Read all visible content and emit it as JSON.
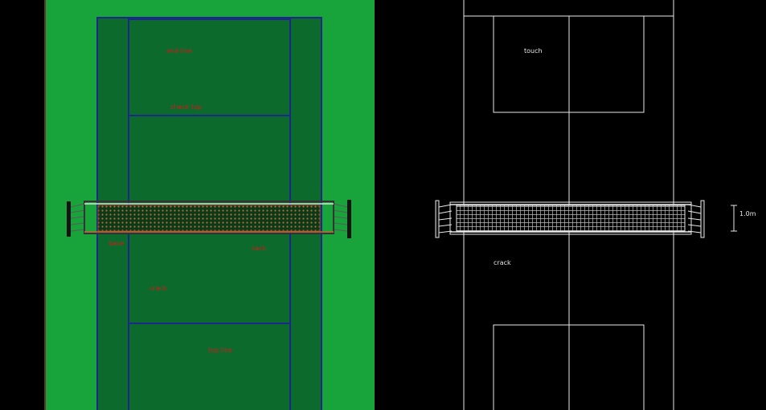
{
  "colors": {
    "background": "#000000",
    "surround_green": "#19a33b",
    "court_green": "#0c6a2d",
    "court_line": "#1b2a8a",
    "left_sideline": "#7a1010",
    "label_red": "#d21a1a",
    "net_mesh": "#c0683a",
    "outline_white": "#e8e8e8",
    "post_dark": "#141414"
  },
  "left_court": {
    "labels": {
      "end_line": "end line",
      "check_top": "check top",
      "base": "base",
      "sack": "sack",
      "crack": "crack",
      "top_line": "top line"
    }
  },
  "right_court": {
    "labels": {
      "top_label": "touch",
      "mid_label": "crack",
      "height": "1.0m"
    }
  }
}
